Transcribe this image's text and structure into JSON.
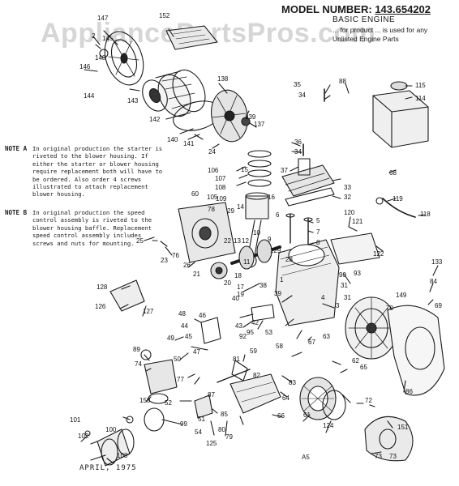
{
  "watermark": "AppliancePartsPros.com",
  "header": {
    "model_label": "MODEL NUMBER:",
    "model_number": "143.654202",
    "subtitle": "BASIC ENGINE",
    "note": "... for product ... is used for any Unlisted Engine Parts"
  },
  "notes": [
    {
      "label": "NOTE A",
      "text": "In original production the starter is riveted to the blower housing. If either the starter or blower housing require replacement both will have to be ordered. Also order 4 screws illustrated to attach replacement blower housing."
    },
    {
      "label": "NOTE B",
      "text": "In original production the speed control assembly is riveted to the blower housing baffle. Replacement speed control assembly includes screws and nuts for mounting."
    }
  ],
  "footer": {
    "date": "APRIL, 1975",
    "figure": "A5"
  },
  "parts": [
    {
      "num": "147"
    },
    {
      "num": "152"
    },
    {
      "num": "2"
    },
    {
      "num": "145"
    },
    {
      "num": "146"
    },
    {
      "num": "148"
    },
    {
      "num": "144"
    },
    {
      "num": "143"
    },
    {
      "num": "138"
    },
    {
      "num": "142"
    },
    {
      "num": "139"
    },
    {
      "num": "137"
    },
    {
      "num": "140"
    },
    {
      "num": "141"
    },
    {
      "num": "24"
    },
    {
      "num": "35"
    },
    {
      "num": "34"
    },
    {
      "num": "88"
    },
    {
      "num": "115"
    },
    {
      "num": "114"
    },
    {
      "num": "36"
    },
    {
      "num": "34"
    },
    {
      "num": "37"
    },
    {
      "num": "15"
    },
    {
      "num": "33"
    },
    {
      "num": "32"
    },
    {
      "num": "106"
    },
    {
      "num": "107"
    },
    {
      "num": "108"
    },
    {
      "num": "105"
    },
    {
      "num": "109"
    },
    {
      "num": "78"
    },
    {
      "num": "60"
    },
    {
      "num": "29"
    },
    {
      "num": "16"
    },
    {
      "num": "14"
    },
    {
      "num": "68"
    },
    {
      "num": "119"
    },
    {
      "num": "118"
    },
    {
      "num": "6"
    },
    {
      "num": "5"
    },
    {
      "num": "7"
    },
    {
      "num": "8"
    },
    {
      "num": "120"
    },
    {
      "num": "121"
    },
    {
      "num": "122"
    },
    {
      "num": "25"
    },
    {
      "num": "76"
    },
    {
      "num": "23"
    },
    {
      "num": "26"
    },
    {
      "num": "22"
    },
    {
      "num": "13"
    },
    {
      "num": "12"
    },
    {
      "num": "9"
    },
    {
      "num": "10"
    },
    {
      "num": "11"
    },
    {
      "num": "129"
    },
    {
      "num": "28"
    },
    {
      "num": "21"
    },
    {
      "num": "20"
    },
    {
      "num": "17"
    },
    {
      "num": "18"
    },
    {
      "num": "19"
    },
    {
      "num": "40"
    },
    {
      "num": "38"
    },
    {
      "num": "39"
    },
    {
      "num": "93"
    },
    {
      "num": "133"
    },
    {
      "num": "84"
    },
    {
      "num": "69"
    },
    {
      "num": "149"
    },
    {
      "num": "70"
    },
    {
      "num": "31"
    },
    {
      "num": "31"
    },
    {
      "num": "128"
    },
    {
      "num": "126"
    },
    {
      "num": "127"
    },
    {
      "num": "48"
    },
    {
      "num": "46"
    },
    {
      "num": "44"
    },
    {
      "num": "45"
    },
    {
      "num": "42"
    },
    {
      "num": "43"
    },
    {
      "num": "49"
    },
    {
      "num": "47"
    },
    {
      "num": "50"
    },
    {
      "num": "92"
    },
    {
      "num": "95"
    },
    {
      "num": "53"
    },
    {
      "num": "67"
    },
    {
      "num": "63"
    },
    {
      "num": "58"
    },
    {
      "num": "62"
    },
    {
      "num": "59"
    },
    {
      "num": "65"
    },
    {
      "num": "89"
    },
    {
      "num": "74"
    },
    {
      "num": "150"
    },
    {
      "num": "77"
    },
    {
      "num": "81"
    },
    {
      "num": "82"
    },
    {
      "num": "83"
    },
    {
      "num": "64"
    },
    {
      "num": "66"
    },
    {
      "num": "52"
    },
    {
      "num": "87"
    },
    {
      "num": "51"
    },
    {
      "num": "80"
    },
    {
      "num": "54"
    },
    {
      "num": "85"
    },
    {
      "num": "61"
    },
    {
      "num": "124"
    },
    {
      "num": "72"
    },
    {
      "num": "73"
    },
    {
      "num": "151"
    },
    {
      "num": "86"
    },
    {
      "num": "99"
    },
    {
      "num": "101"
    },
    {
      "num": "102"
    },
    {
      "num": "100"
    },
    {
      "num": "103"
    },
    {
      "num": "125"
    },
    {
      "num": "79"
    },
    {
      "num": "73"
    },
    {
      "num": "1"
    },
    {
      "num": "4"
    },
    {
      "num": "3"
    },
    {
      "num": "90"
    }
  ]
}
